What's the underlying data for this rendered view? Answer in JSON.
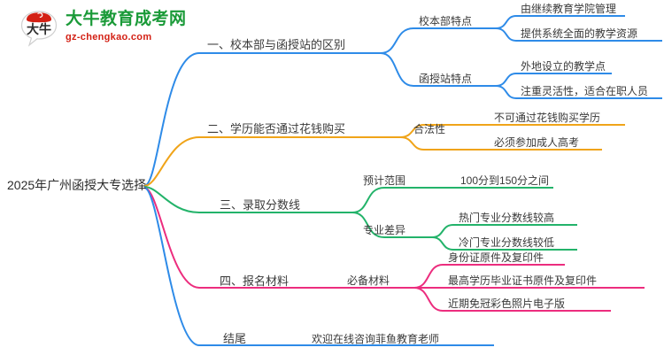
{
  "logo": {
    "mark_name": "daniu-speech-bubble-logo",
    "title": "大牛教育成考网",
    "subtitle": "gz-chengkao.com",
    "title_color": "#1a9a38",
    "subtitle_color": "#d32014",
    "mark_color": "#d32014"
  },
  "mindmap": {
    "root": {
      "label": "2025年广州函授大专选择"
    },
    "colors": {
      "blue": "#2E8BE8",
      "orange": "#F0A419",
      "green": "#23B36A",
      "pink": "#EC2D7E",
      "blue2": "#2E8BE8"
    },
    "branches": [
      {
        "label": "一、校本部与函授站的区别",
        "color": "#2E8BE8",
        "children": [
          {
            "label": "校本部特点",
            "leaves": [
              "由继续教育学院管理",
              "提供系统全面的教学资源"
            ]
          },
          {
            "label": "函授站特点",
            "leaves": [
              "外地设立的教学点",
              "注重灵活性，适合在职人员"
            ]
          }
        ]
      },
      {
        "label": "二、学历能否通过花钱购买",
        "color": "#F0A419",
        "children": [
          {
            "label": "合法性",
            "leaves": [
              "不可通过花钱购买学历",
              "必须参加成人高考"
            ]
          }
        ]
      },
      {
        "label": "三、录取分数线",
        "color": "#23B36A",
        "children": [
          {
            "label": "预计范围",
            "leaves": [
              "100分到150分之间"
            ]
          },
          {
            "label": "专业差异",
            "leaves": [
              "热门专业分数线较高",
              "冷门专业分数线较低"
            ]
          }
        ]
      },
      {
        "label": "四、报名材料",
        "color": "#EC2D7E",
        "children": [
          {
            "label": "必备材料",
            "leaves": [
              "身份证原件及复印件",
              "最高学历毕业证书原件及复印件",
              "近期免冠彩色照片电子版"
            ]
          }
        ]
      },
      {
        "label": "结尾",
        "color": "#2E8BE8",
        "children": [
          {
            "label": "欢迎在线咨询菲鱼教育老师",
            "leaves": []
          }
        ]
      }
    ]
  }
}
